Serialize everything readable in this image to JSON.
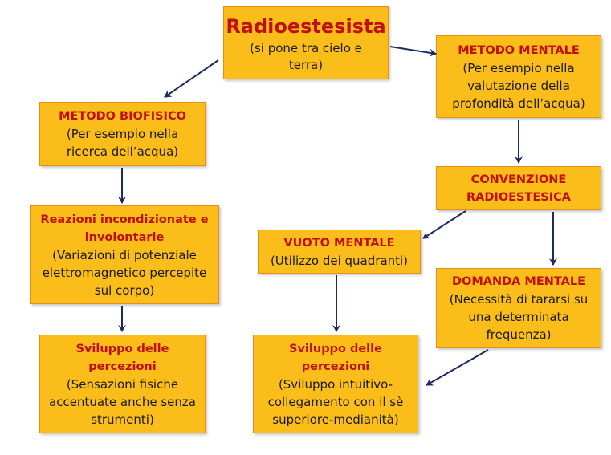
{
  "colors": {
    "box_fill": "#fbbd1a",
    "box_border": "#e58e1e",
    "title_text": "#c0100e",
    "body_text": "#1a1a1a",
    "arrow": "#1b2a63"
  },
  "boxes": {
    "root": {
      "title": "Radioestesista",
      "lines": [
        "(si pone tra cielo e",
        "terra)"
      ]
    },
    "biofisico": {
      "title": "METODO BIOFISICO",
      "lines": [
        "(Per esempio nella",
        "ricerca dell’acqua)"
      ]
    },
    "mentale": {
      "title": "METODO MENTALE",
      "lines": [
        "(Per esempio nella",
        "valutazione della",
        "profondità dell’acqua)"
      ]
    },
    "reazioni": {
      "title_lines": [
        "Reazioni incondizionate e",
        "involontarie"
      ],
      "lines": [
        "(Variazioni di potenziale",
        "elettromagnetico percepite",
        "sul corpo)"
      ]
    },
    "convenzione": {
      "title_lines": [
        "CONVENZIONE",
        "RADIOESTESICA"
      ]
    },
    "vuoto": {
      "title": "VUOTO MENTALE",
      "lines": [
        "(Utilizzo dei quadranti)"
      ]
    },
    "domanda": {
      "title": "DOMANDA MENTALE",
      "lines": [
        "(Necessità di tararsi su",
        "una determinata",
        "frequenza)"
      ]
    },
    "sviluppo_left": {
      "title_lines": [
        "Sviluppo delle",
        "percezioni"
      ],
      "lines": [
        "(Sensazioni fisiche",
        "accentuate anche senza",
        "strumenti)"
      ]
    },
    "sviluppo_mid": {
      "title_lines": [
        "Sviluppo delle",
        "percezioni"
      ],
      "lines": [
        "(Sviluppo intuitivo-",
        "collegamento con il sè",
        "superiore-medianità)"
      ]
    }
  },
  "connections": [
    {
      "from": "root",
      "to": "biofisico"
    },
    {
      "from": "root",
      "to": "mentale"
    },
    {
      "from": "biofisico",
      "to": "reazioni"
    },
    {
      "from": "reazioni",
      "to": "sviluppo_left"
    },
    {
      "from": "mentale",
      "to": "convenzione"
    },
    {
      "from": "convenzione",
      "to": "vuoto"
    },
    {
      "from": "convenzione",
      "to": "domanda"
    },
    {
      "from": "vuoto",
      "to": "sviluppo_mid"
    },
    {
      "from": "domanda",
      "to": "sviluppo_mid"
    }
  ]
}
